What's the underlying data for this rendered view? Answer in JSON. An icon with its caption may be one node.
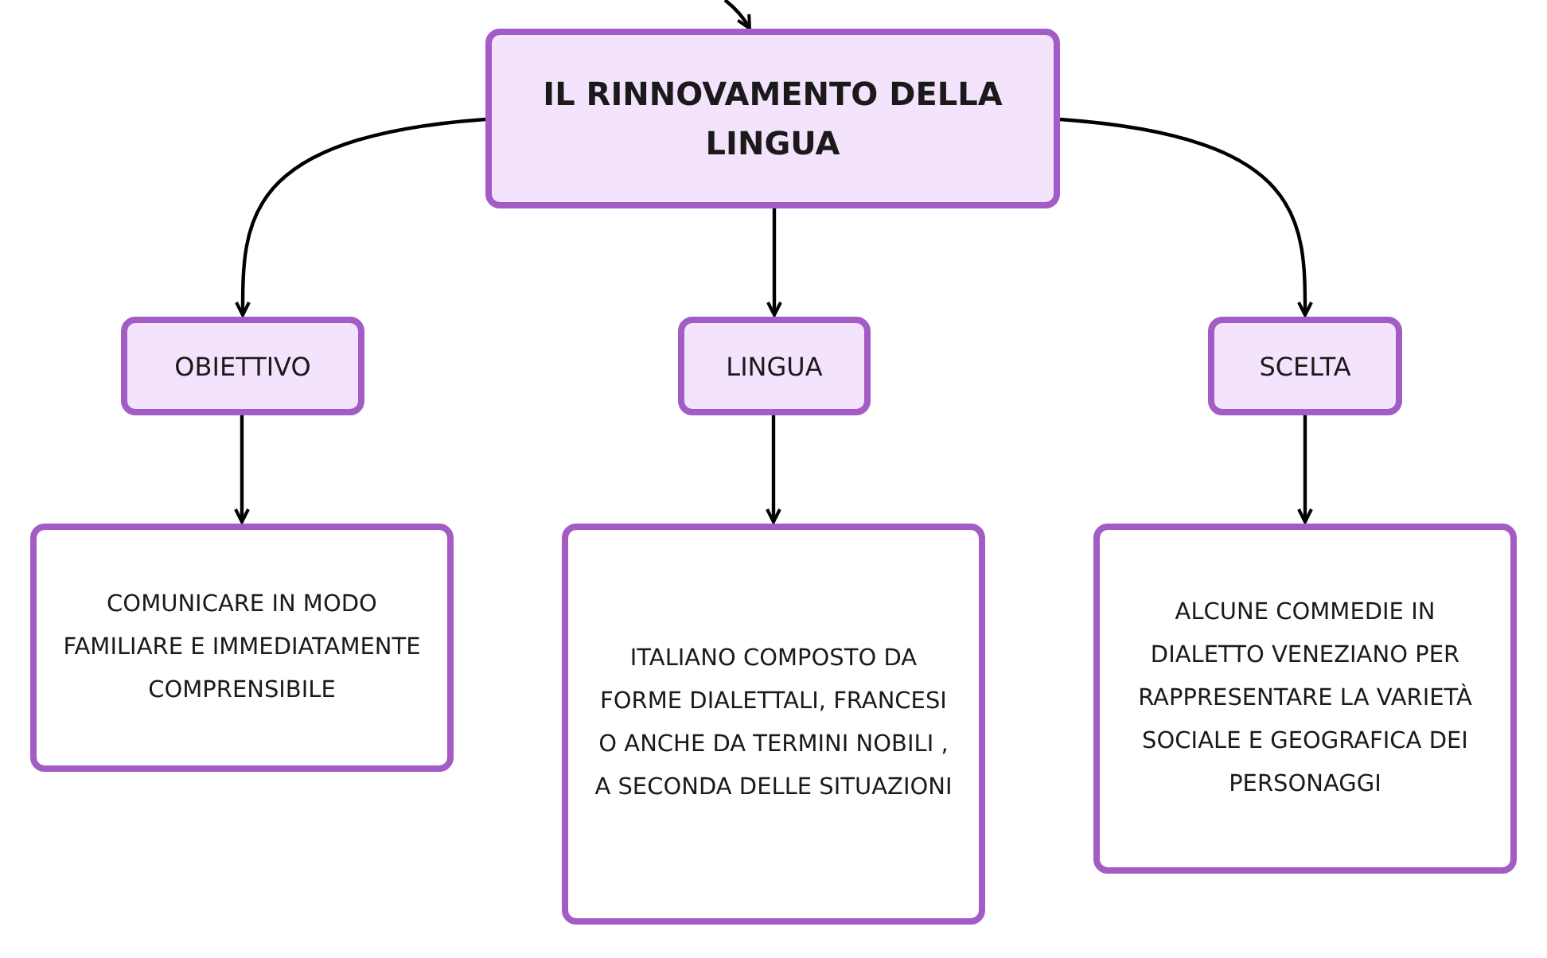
{
  "diagram": {
    "nodes": [
      {
        "text": [
          "IL RINNOVAMENTO DELLA LINGUA"
        ]
      },
      {
        "text": [
          "OBIETTIVO"
        ]
      },
      {
        "text": [
          "LINGUA"
        ]
      },
      {
        "text": [
          "SCELTA"
        ]
      },
      {
        "text": [
          "COMUNICARE IN MODO FAMILIARE E IMMEDIATAMENTE COMPRENSIBILE"
        ]
      },
      {
        "text": [
          "ITALIANO COMPOSTO DA FORME DIALETTALI, FRANCESI O ANCHE DA TERMINI NOBILI , A SECONDA DELLE SITUAZIONI"
        ]
      },
      {
        "text": [
          "ALCUNE COMMEDIE IN DIALETTO VENEZIANO PER RAPPRESENTARE LA VARIETÀ SOCIALE E GEOGRAFICA DEI PERSONAGGI"
        ]
      }
    ],
    "edges": [
      {
        "from": null,
        "to": 0,
        "arrow": "to"
      },
      {
        "from": 0,
        "to": 1,
        "arrow": "to"
      },
      {
        "from": 0,
        "to": 2,
        "arrow": "to"
      },
      {
        "from": 0,
        "to": 3,
        "arrow": "to"
      },
      {
        "from": 1,
        "to": 4,
        "arrow": "to"
      },
      {
        "from": 2,
        "to": 5,
        "arrow": "to"
      },
      {
        "from": 3,
        "to": 6,
        "arrow": "to"
      }
    ]
  }
}
